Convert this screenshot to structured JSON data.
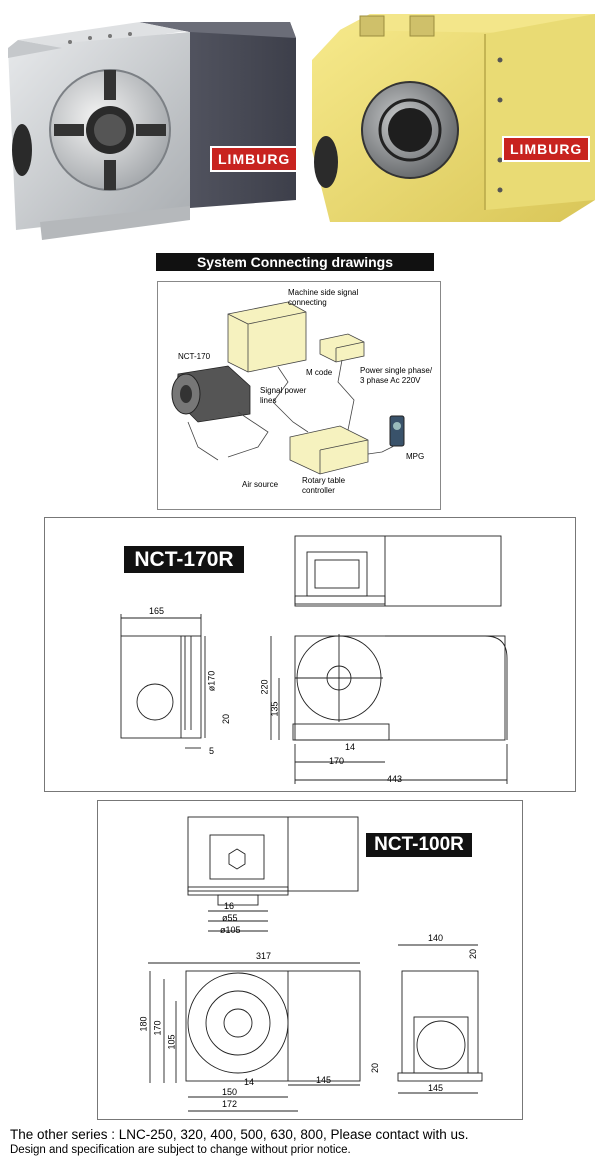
{
  "products": {
    "left_brand": "LIMBURG",
    "right_brand": "LIMBURG"
  },
  "system": {
    "title": "System Connecting drawings",
    "labels": {
      "machine": "Machine side signal connecting",
      "nct": "NCT-170",
      "mcode": "M code",
      "power": "Power single phase/ 3 phase Ac 220V",
      "signal": "Signal power lines",
      "air": "Air source",
      "controller": "Rotary table controller",
      "mpg": "MPG"
    }
  },
  "nct170": {
    "title": "NCT-170R",
    "dims": {
      "d165": "165",
      "d170v": "ø170",
      "d20": "20",
      "d5": "5",
      "d220": "220",
      "d135": "135",
      "d14": "14",
      "d170": "170",
      "d443": "443"
    }
  },
  "nct100": {
    "title": "NCT-100R",
    "dims": {
      "d16": "16",
      "d55": "ø55",
      "d105": "ø105",
      "d317": "317",
      "d140": "140",
      "d20a": "20",
      "d180": "180",
      "d170": "170",
      "d105v": "105",
      "d14": "14",
      "d150": "150",
      "d172": "172",
      "d145": "145",
      "d20b": "20",
      "d145b": "145"
    }
  },
  "footer": {
    "line1": "The other series : LNC-250, 320, 400, 500, 630, 800, Please contact with us.",
    "line2": "Design and specification are subject to change without prior notice."
  },
  "colors": {
    "silver": "#cfd2d4",
    "dark_gray": "#4a4c57",
    "yellow": "#f1e27a",
    "brand_red": "#c8231f"
  }
}
